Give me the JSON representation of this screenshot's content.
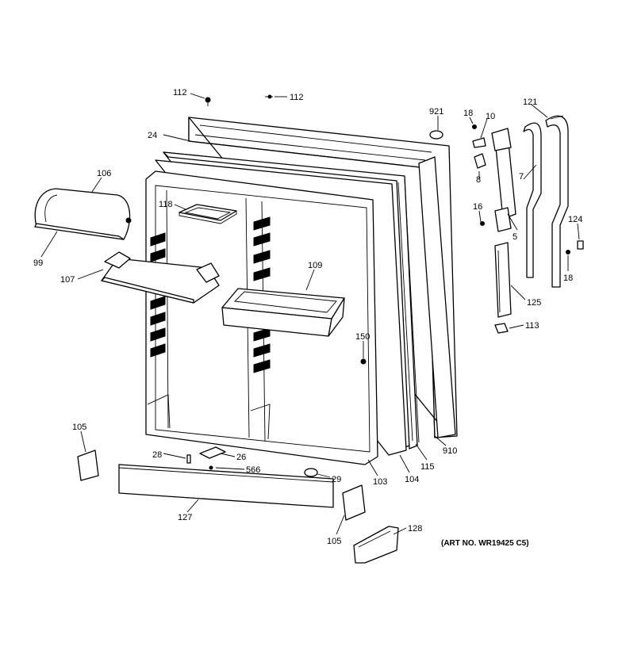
{
  "diagram": {
    "callouts": [
      {
        "id": "c112a",
        "label": "112"
      },
      {
        "id": "c112b",
        "label": "112"
      },
      {
        "id": "c921",
        "label": "921"
      },
      {
        "id": "c18a",
        "label": "18"
      },
      {
        "id": "c10",
        "label": "10"
      },
      {
        "id": "c121",
        "label": "121"
      },
      {
        "id": "c24",
        "label": "24"
      },
      {
        "id": "c106",
        "label": "106"
      },
      {
        "id": "c118",
        "label": "118"
      },
      {
        "id": "c8",
        "label": "8"
      },
      {
        "id": "c7",
        "label": "7"
      },
      {
        "id": "c16",
        "label": "16"
      },
      {
        "id": "c124",
        "label": "124"
      },
      {
        "id": "c5",
        "label": "5"
      },
      {
        "id": "c99",
        "label": "99"
      },
      {
        "id": "c109",
        "label": "109"
      },
      {
        "id": "c18b",
        "label": "18"
      },
      {
        "id": "c107",
        "label": "107"
      },
      {
        "id": "c125",
        "label": "125"
      },
      {
        "id": "c113",
        "label": "113"
      },
      {
        "id": "c150",
        "label": "150"
      },
      {
        "id": "c105a",
        "label": "105"
      },
      {
        "id": "c910",
        "label": "910"
      },
      {
        "id": "c28",
        "label": "28"
      },
      {
        "id": "c26",
        "label": "26"
      },
      {
        "id": "c115",
        "label": "115"
      },
      {
        "id": "c566",
        "label": "566"
      },
      {
        "id": "c29",
        "label": "29"
      },
      {
        "id": "c103",
        "label": "103"
      },
      {
        "id": "c104",
        "label": "104"
      },
      {
        "id": "c127",
        "label": "127"
      },
      {
        "id": "c128",
        "label": "128"
      },
      {
        "id": "c105b",
        "label": "105"
      }
    ],
    "art_number": "(ART NO. WR19425 C5)"
  }
}
